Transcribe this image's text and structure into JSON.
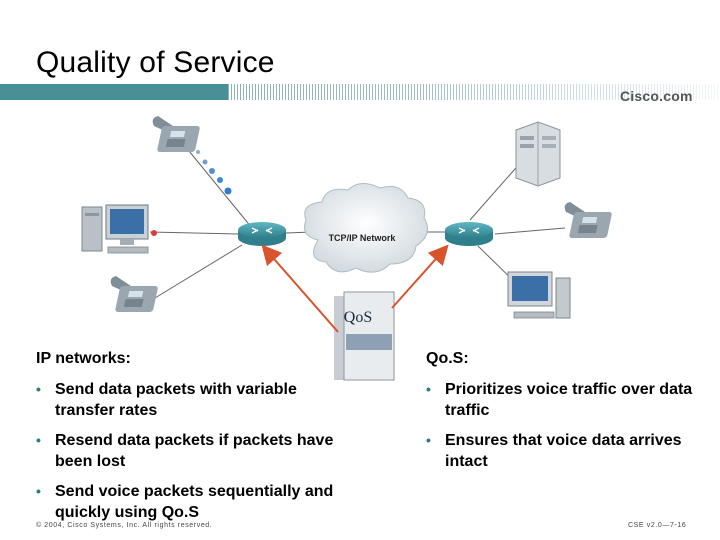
{
  "slide": {
    "title": "Quality of Service",
    "brand": "Cisco.com"
  },
  "diagram": {
    "cloud_label": "TCP/IP Network",
    "qos_box_label": "QoS",
    "colors": {
      "arrow": "#d9532c",
      "router": "#3f9aa8",
      "cloud": "#eef2f5",
      "packet_blue": "#3a8ad6",
      "packet_red": "#e23b3b"
    }
  },
  "left_column": {
    "heading": "IP networks:",
    "items": [
      "Send data packets with variable transfer rates",
      "Resend data packets if packets have been lost",
      "Send voice packets sequentially and quickly using Qo.S"
    ]
  },
  "right_column": {
    "heading": "Qo.S:",
    "items": [
      "Prioritizes voice traffic over data traffic",
      "Ensures that voice data arrives intact"
    ]
  },
  "footer": {
    "copyright": "© 2004, Cisco Systems, Inc. All rights reserved.",
    "course_code": "CSE v2.0—7-16"
  }
}
